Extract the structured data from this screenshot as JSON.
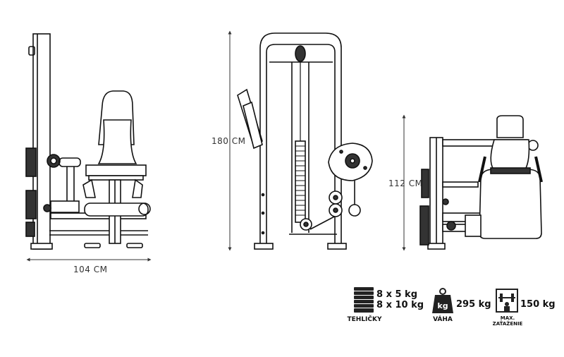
{
  "dimensions": {
    "width_label": "104 CM",
    "height_label": "180 CM",
    "seat_height_label": "112 CM"
  },
  "specs": {
    "bricks": {
      "line1": "8 x 5 kg",
      "line2": "8 x 10 kg",
      "caption": "TEHLIČKY",
      "icon": "weight-stack-icon"
    },
    "weight": {
      "icon_text": "kg",
      "value": "295 kg",
      "caption": "VÁHA",
      "icon": "weight-bag-icon"
    },
    "max_load": {
      "value": "150 kg",
      "caption_line1": "MAX.",
      "caption_line2": "ZAŤAŽENIE",
      "icon": "barbell-max-icon"
    }
  }
}
